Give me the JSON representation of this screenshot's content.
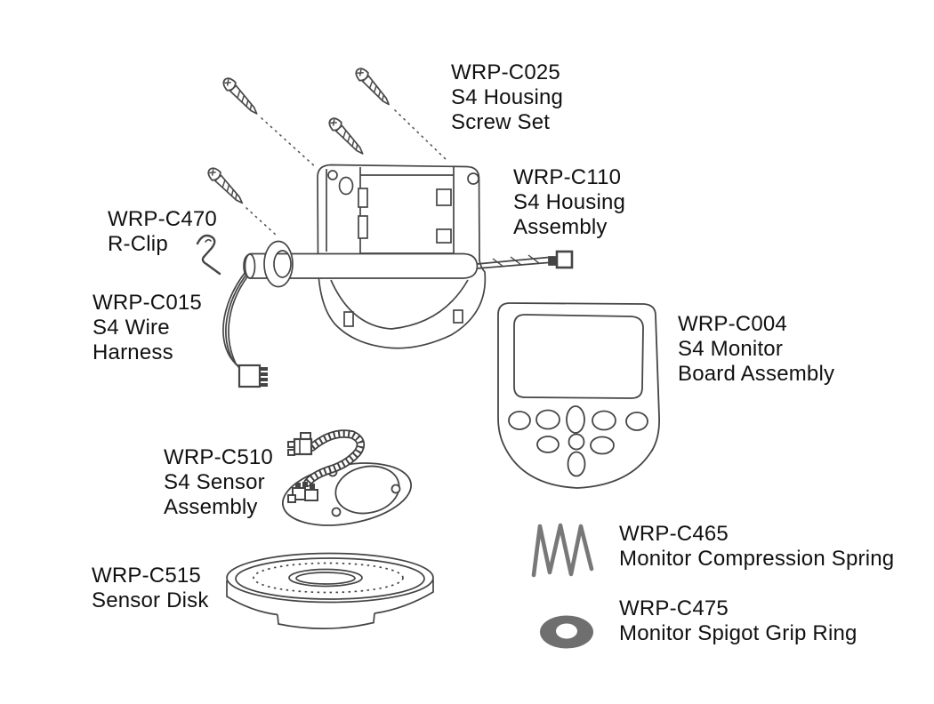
{
  "page": {
    "kind": "exploded-parts-diagram",
    "product": "S4",
    "background": "#ffffff"
  },
  "colors": {
    "line": "#454545",
    "text": "#111111",
    "spring_gray": "#787878",
    "ring_gray": "#6f6f6f"
  },
  "parts": [
    {
      "id": "wrp-c025",
      "code": "WRP-C025",
      "lines": [
        "S4 Housing",
        "Screw Set"
      ],
      "drawing": "screw-set"
    },
    {
      "id": "wrp-c110",
      "code": "WRP-C110",
      "lines": [
        "S4 Housing",
        "Assembly"
      ],
      "drawing": "housing-assembly"
    },
    {
      "id": "wrp-c470",
      "code": "WRP-C470",
      "lines": [
        "R-Clip"
      ],
      "drawing": "r-clip"
    },
    {
      "id": "wrp-c015",
      "code": "WRP-C015",
      "lines": [
        "S4 Wire",
        "Harness"
      ],
      "drawing": "wire-harness"
    },
    {
      "id": "wrp-c004",
      "code": "WRP-C004",
      "lines": [
        "S4 Monitor",
        "Board Assembly"
      ],
      "drawing": "monitor-board"
    },
    {
      "id": "wrp-c510",
      "code": "WRP-C510",
      "lines": [
        "S4 Sensor",
        "Assembly"
      ],
      "drawing": "sensor-assembly"
    },
    {
      "id": "wrp-c515",
      "code": "WRP-C515",
      "lines": [
        "Sensor Disk"
      ],
      "drawing": "sensor-disk"
    },
    {
      "id": "wrp-c465",
      "code": "WRP-C465",
      "lines": [
        "Monitor Compression Spring"
      ],
      "drawing": "compression-spring"
    },
    {
      "id": "wrp-c475",
      "code": "WRP-C475",
      "lines": [
        "Monitor Spigot Grip Ring"
      ],
      "drawing": "grip-ring"
    }
  ]
}
